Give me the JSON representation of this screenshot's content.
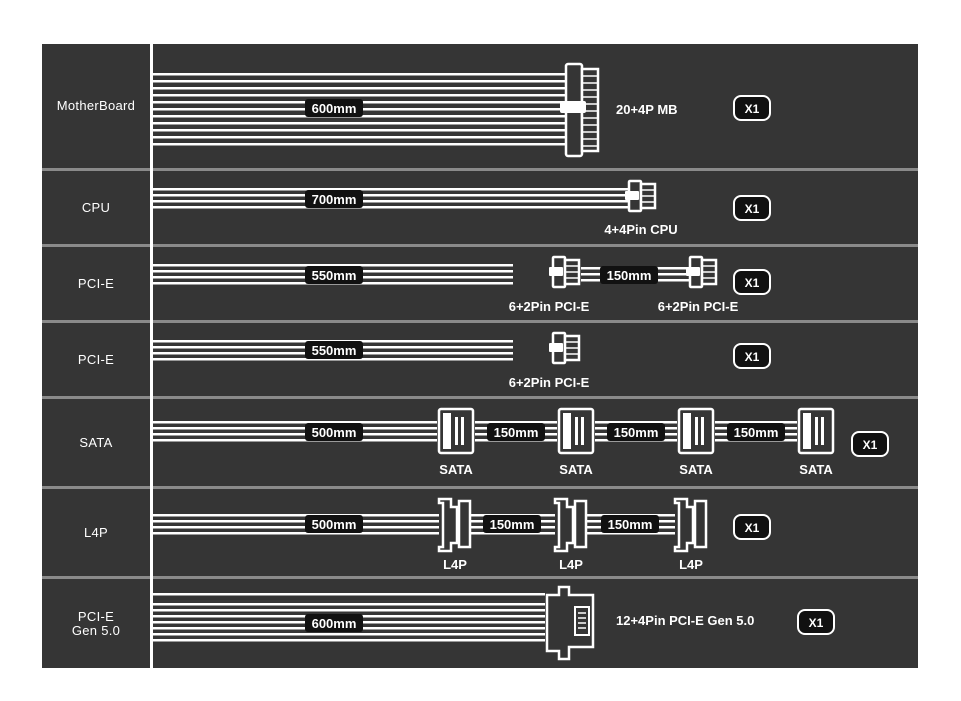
{
  "rows": [
    {
      "label_lines": [
        "MotherBoard"
      ],
      "cables": [
        "600mm"
      ],
      "connectors": [
        "20+4P MB"
      ],
      "quantity": "X1"
    },
    {
      "label_lines": [
        "CPU"
      ],
      "cables": [
        "700mm"
      ],
      "connectors": [
        "4+4Pin CPU"
      ],
      "quantity": "X1"
    },
    {
      "label_lines": [
        "PCI-E"
      ],
      "cables": [
        "550mm",
        "150mm"
      ],
      "connectors": [
        "6+2Pin PCI-E",
        "6+2Pin PCI-E"
      ],
      "quantity": "X1"
    },
    {
      "label_lines": [
        "PCI-E"
      ],
      "cables": [
        "550mm"
      ],
      "connectors": [
        "6+2Pin PCI-E"
      ],
      "quantity": "X1"
    },
    {
      "label_lines": [
        "SATA"
      ],
      "cables": [
        "500mm",
        "150mm",
        "150mm",
        "150mm"
      ],
      "connectors": [
        "SATA",
        "SATA",
        "SATA",
        "SATA"
      ],
      "quantity": "X1"
    },
    {
      "label_lines": [
        "L4P"
      ],
      "cables": [
        "500mm",
        "150mm",
        "150mm"
      ],
      "connectors": [
        "L4P",
        "L4P",
        "L4P"
      ],
      "quantity": "X1"
    },
    {
      "label_lines": [
        "PCI-E",
        "Gen 5.0"
      ],
      "cables": [
        "600mm"
      ],
      "connectors": [
        "12+4Pin PCI-E Gen 5.0"
      ],
      "quantity": "X1"
    }
  ],
  "colors": {
    "panel": "#353535",
    "row_separator": "#8a8a8a",
    "wire": "#ffffff",
    "badge": "#111111"
  }
}
